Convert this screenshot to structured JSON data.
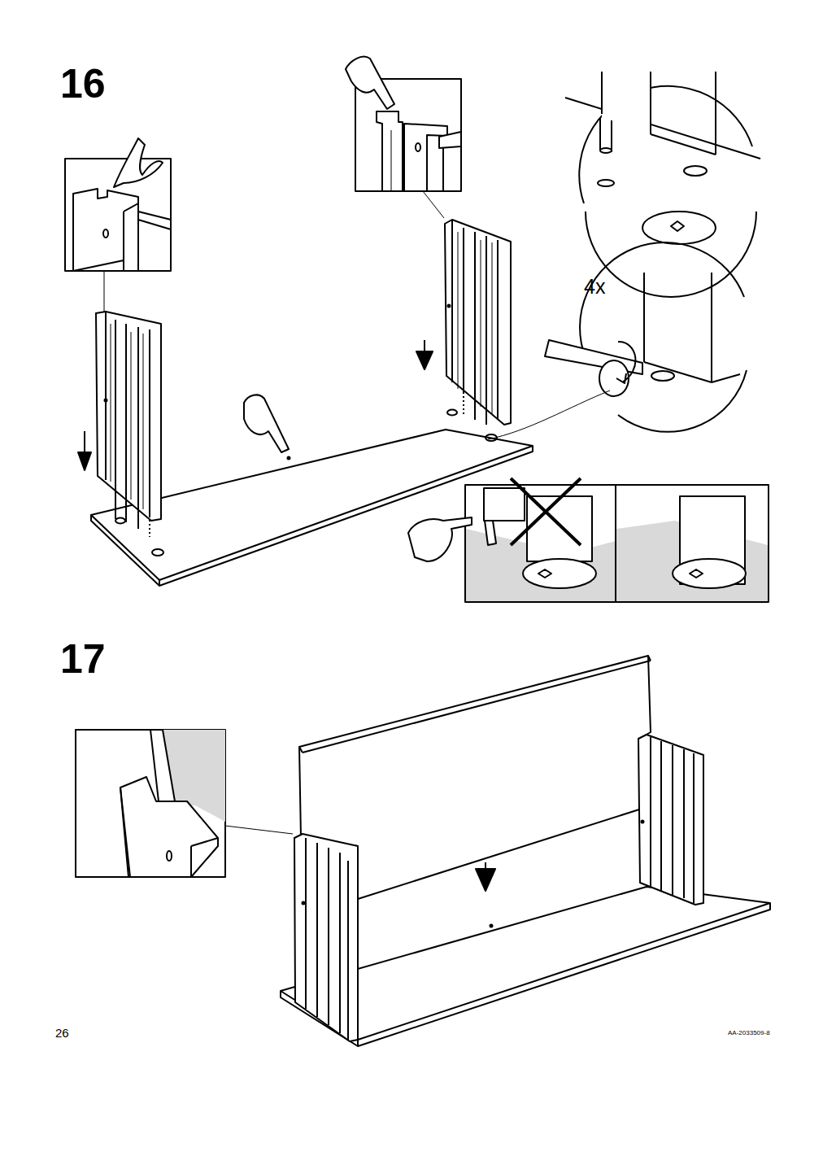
{
  "diagram": {
    "labels": [
      "16",
      "4x",
      "17",
      "26",
      "AA-2033509-8"
    ]
  }
}
